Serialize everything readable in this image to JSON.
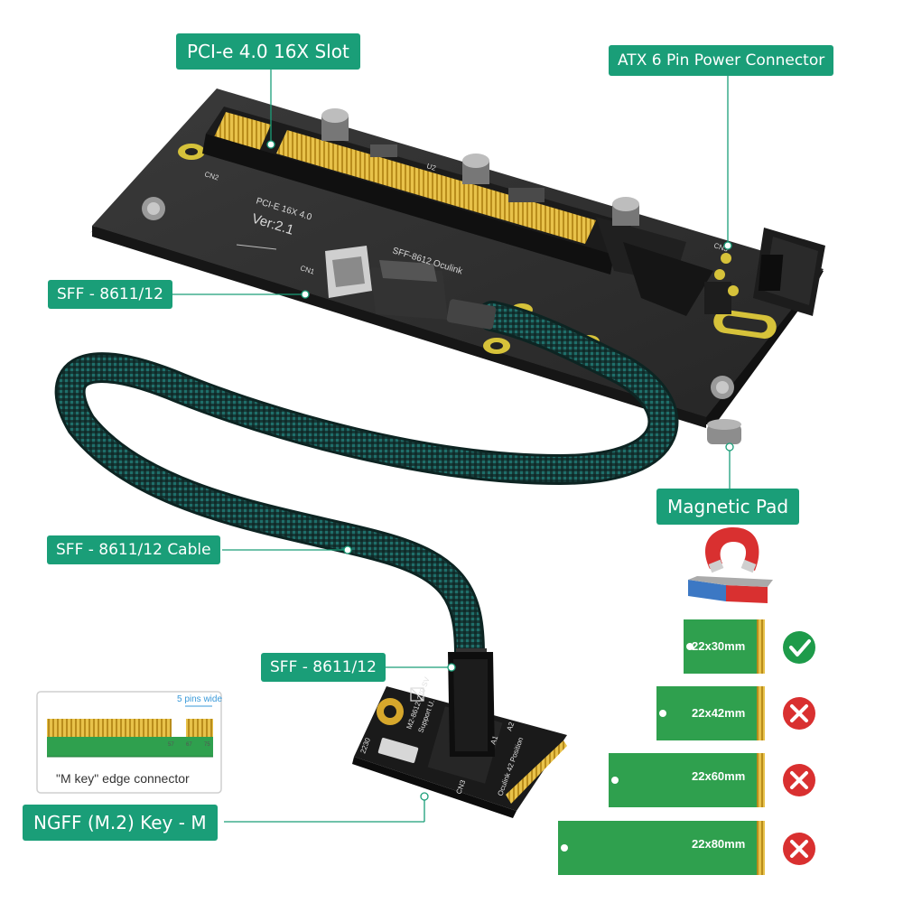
{
  "labels": {
    "pcie_slot": "PCI-e 4.0 16X Slot",
    "atx_power": "ATX 6 Pin Power Connector",
    "sff_top": "SFF - 8611/12",
    "magnetic_pad": "Magnetic Pad",
    "sff_cable": "SFF - 8611/12 Cable",
    "sff_bottom": "SFF - 8611/12",
    "ngff": "NGFF (M.2) Key - M"
  },
  "board_text": {
    "model": "PCI-E 16X 4.0",
    "version": "Ver:2.1",
    "oculink": "SFF-8612 Oculink",
    "cn1": "CN1",
    "cn2": "CN2",
    "cn3": "CN3",
    "u2": "U2"
  },
  "m2_board_text": {
    "model": "M2-8612-270 SV",
    "support": "Support U.",
    "size": "2230",
    "position": "Oculink 42 Position",
    "cn3": "CN3",
    "a1": "A1",
    "a2": "A2"
  },
  "edge_connector": {
    "caption": "\"M key\" edge connector",
    "pins_note": "5 pins wide",
    "pin_labels": [
      "57",
      "67",
      "75"
    ]
  },
  "sizes": [
    {
      "label": "22x30mm",
      "status": "check-icon",
      "color": "#1e9b4a"
    },
    {
      "label": "22x42mm",
      "status": "cross-icon",
      "color": "#d93030"
    },
    {
      "label": "22x60mm",
      "status": "cross-icon",
      "color": "#d93030"
    },
    {
      "label": "22x80mm",
      "status": "cross-icon",
      "color": "#d93030"
    }
  ],
  "colors": {
    "accent": "#1a9e78",
    "pcb": "#2b2b2b",
    "gold": "#d8b23c",
    "m2_card": "#2fa04e"
  }
}
